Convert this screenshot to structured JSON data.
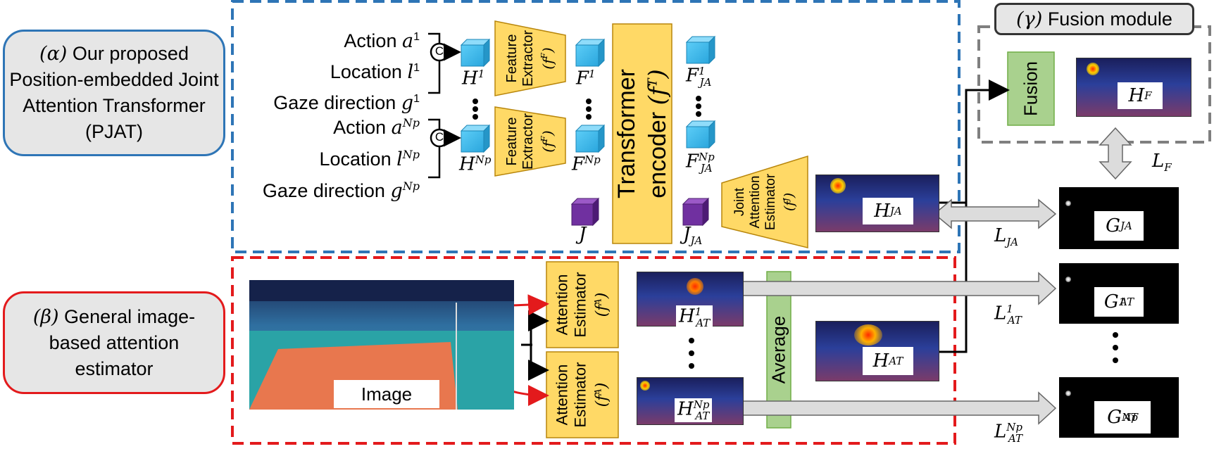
{
  "labels": {
    "alpha_greek": "(α)",
    "alpha_text": "Our proposed Position-embedded Joint Attention Transformer (PJAT)",
    "beta_greek": "(β)",
    "beta_text": "General image-based attention estimator",
    "gamma_greek": "(γ)",
    "gamma_text": "Fusion module"
  },
  "inputs": {
    "first": {
      "action": "Action",
      "location": "Location",
      "gaze": "Gaze direction",
      "action_sym": "a",
      "location_sym": "l",
      "gaze_sym": "g",
      "sup": "1"
    },
    "last": {
      "action": "Action",
      "location": "Location",
      "gaze": "Gaze direction",
      "action_sym": "a",
      "location_sym": "l",
      "gaze_sym": "g",
      "sup": "Np"
    },
    "concat_symbol": "C"
  },
  "blocks": {
    "feature_extractor": {
      "label1": "Feature",
      "label2": "Extractor",
      "fn": "(f",
      "fn_sup": "F",
      "fn_close": ")"
    },
    "transformer": {
      "label1": "Transformer",
      "label2": "encoder",
      "fn": "(f",
      "fn_sup": "T",
      "fn_close": ")"
    },
    "joint_attention_estimator": {
      "label1": "Joint",
      "label2": "Attention",
      "label3": "Estimator",
      "fn": "(f",
      "fn_sup": "J",
      "fn_close": ")"
    },
    "attention_estimator": {
      "label1": "Attention",
      "label2": "Estimator",
      "fn": "(f",
      "fn_sup": "A",
      "fn_close": ")"
    },
    "fusion": "Fusion",
    "average": "Average"
  },
  "symbols": {
    "H": "H",
    "F": "F",
    "J": "J",
    "FJA": "F",
    "JJA": "J",
    "sub_JA": "JA",
    "sub_AT": "AT",
    "sub_F": "F",
    "sup_1": "1",
    "sup_Np": "Np",
    "HJA": "H",
    "HAT": "H",
    "HF": "H",
    "GJA": "G",
    "GAT": "G",
    "L": "L"
  },
  "image_label": "Image",
  "colors": {
    "alpha_border": "#2e75b6",
    "beta_border": "#e31a1c",
    "gamma_border": "#7f7f7f",
    "block_fill": "#ffd966",
    "fusion_fill": "#a9d18e",
    "cube_cyan": "#4fc3f7",
    "cube_purple": "#7030a0"
  }
}
